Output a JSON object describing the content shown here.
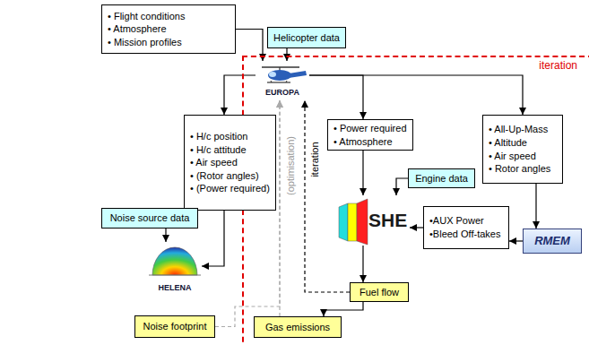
{
  "diagram": {
    "nodes": [
      {
        "text": [
          "• Flight conditions",
          "• Atmosphere",
          "• Mission profiles"
        ]
      },
      {
        "text": [
          "Helicopter data"
        ]
      },
      {
        "text": [
          "iteration"
        ]
      },
      {
        "text": [
          "EUROPA"
        ],
        "in": 2
      },
      {
        "text": [
          "• H/c position",
          "• H/c attitude",
          "• Air speed",
          "• (Rotor angles)",
          "• (Power required)"
        ]
      },
      {
        "text": [
          "• Power required",
          "• Atmosphere"
        ],
        "in": 2
      },
      {
        "text": [
          "• All-Up-Mass",
          "• Altitude",
          "• Air speed",
          "• Rotor angles"
        ],
        "in": 2
      },
      {
        "text": [
          "Noise source data"
        ]
      },
      {
        "text": [
          "HELENA"
        ]
      },
      {
        "text": [
          "Engine data"
        ],
        "in": 2
      },
      {
        "text": [
          "SHE"
        ],
        "in": 2
      },
      {
        "text": [
          "•AUX Power",
          "•Bleed Off-takes"
        ],
        "in": 2
      },
      {
        "text": [
          "RMEM"
        ],
        "in": 2
      },
      {
        "text": [
          "Fuel flow"
        ],
        "in": 2
      },
      {
        "text": [
          "Noise footprint"
        ]
      },
      {
        "text": [
          "Gas emissions"
        ],
        "in": 2
      }
    ],
    "edges": [
      {
        "from": 0,
        "to": 3,
        "arrow": "to"
      },
      {
        "from": 1,
        "to": 3,
        "arrow": "to"
      },
      {
        "from": 3,
        "to": 4,
        "arrow": "to"
      },
      {
        "from": 3,
        "to": 5,
        "arrow": "to"
      },
      {
        "from": 3,
        "to": 6,
        "arrow": "to"
      },
      {
        "from": 4,
        "to": 8,
        "arrow": "to"
      },
      {
        "from": 7,
        "to": 8,
        "arrow": "to"
      },
      {
        "from": 5,
        "to": 10,
        "arrow": "to"
      },
      {
        "from": 9,
        "to": 10,
        "arrow": "to"
      },
      {
        "from": 6,
        "to": 12,
        "arrow": "to"
      },
      {
        "from": 12,
        "to": 11,
        "arrow": "to"
      },
      {
        "from": 11,
        "to": 10,
        "arrow": "to"
      },
      {
        "from": 10,
        "to": 13,
        "arrow": "to"
      },
      {
        "from": 13,
        "to": 15,
        "arrow": "to"
      },
      {
        "from": 13,
        "to": 3,
        "label": "iteration",
        "arrow": "to"
      },
      {
        "from": 14,
        "to": 3,
        "label": "(optimisation)",
        "arrow": "to"
      },
      {
        "from": 15,
        "to": 3,
        "arrow": "to"
      }
    ]
  }
}
